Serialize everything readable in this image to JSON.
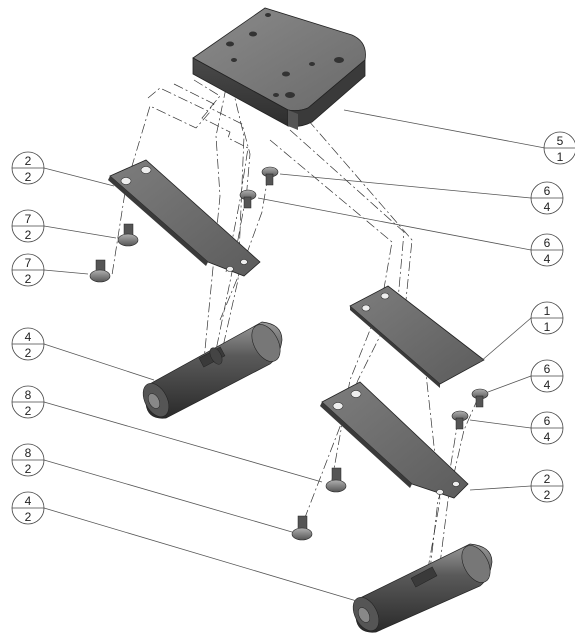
{
  "balloons": [
    {
      "item": "5",
      "qty": "1"
    },
    {
      "item": "2",
      "qty": "2"
    },
    {
      "item": "6",
      "qty": "4"
    },
    {
      "item": "7",
      "qty": "2"
    },
    {
      "item": "6",
      "qty": "4"
    },
    {
      "item": "7",
      "qty": "2"
    },
    {
      "item": "1",
      "qty": "1"
    },
    {
      "item": "4",
      "qty": "2"
    },
    {
      "item": "6",
      "qty": "4"
    },
    {
      "item": "8",
      "qty": "2"
    },
    {
      "item": "6",
      "qty": "4"
    },
    {
      "item": "8",
      "qty": "2"
    },
    {
      "item": "2",
      "qty": "2"
    },
    {
      "item": "4",
      "qty": "2"
    }
  ],
  "colors": {
    "part_dark": "#3f3f3f",
    "part_mid": "#6e6e6e",
    "part_light": "#9a9a9a",
    "line": "#555555"
  }
}
